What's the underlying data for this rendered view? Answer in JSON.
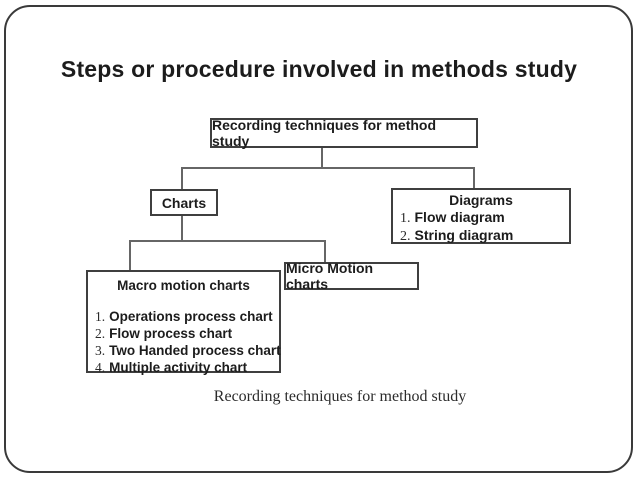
{
  "slide": {
    "title": "Steps or procedure involved in methods study",
    "caption": "Recording techniques for method study"
  },
  "diagram": {
    "root": {
      "label": "Recording techniques for method study"
    },
    "charts": {
      "label": "Charts"
    },
    "diagrams": {
      "title": "Diagrams",
      "items": [
        {
          "num": "1.",
          "label": "Flow diagram"
        },
        {
          "num": "2.",
          "label": "String diagram"
        }
      ]
    },
    "macro": {
      "title": "Macro motion charts",
      "items": [
        {
          "num": "1.",
          "label": "Operations process chart"
        },
        {
          "num": "2.",
          "label": "Flow process chart"
        },
        {
          "num": "3.",
          "label": "Two Handed process chart"
        },
        {
          "num": "4.",
          "label": "Multiple activity chart"
        }
      ]
    },
    "micro": {
      "label": "Micro Motion charts"
    }
  },
  "colors": {
    "background": "#ffffff",
    "border": "#3a3a3a",
    "connector": "#666666",
    "text": "#1c1c1c"
  }
}
